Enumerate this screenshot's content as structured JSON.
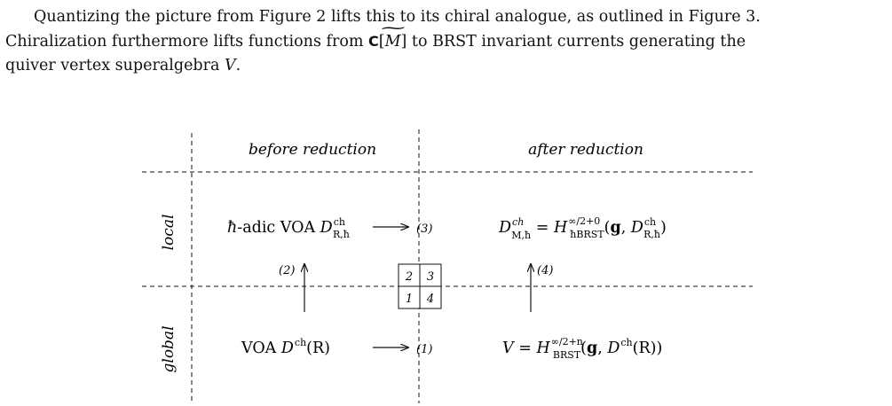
{
  "paragraph": {
    "line1": "Quantizing the picture from Figure 2 lifts this to its chiral analogue, as outlined in Figure 3.",
    "line2_a": "Chiralization furthermore lifts functions from ",
    "line2_C": "C",
    "line2_b": "[",
    "line2_M": "M",
    "line2_c": "] to BRST invariant currents generating the",
    "line3_a": "quiver vertex superalgebra ",
    "line3_V": "V",
    "line3_b": "."
  },
  "figure": {
    "col_before": "before reduction",
    "col_after": "after reduction",
    "row_local": "local",
    "row_global": "global",
    "cell_local_before": {
      "hbar": "ħ",
      "text": "-adic VOA ",
      "D": "D",
      "sub": "R,ħ",
      "sup": "ch"
    },
    "cell_local_after": {
      "D": "D",
      "D_sup": "ch",
      "D_sub": "M,ħ",
      "eq": " = ",
      "H": "H",
      "H_sup": "∞/2+0",
      "H_sub": "ħBRST",
      "paren_open": "(",
      "g": "g",
      "comma": ", ",
      "D2": "D",
      "D2_sup": "ch",
      "D2_sub": "R,ħ",
      "paren_close": ")"
    },
    "cell_global_before": {
      "text": "VOA ",
      "D": "D",
      "sup": "ch",
      "arg": "(R)"
    },
    "cell_global_after": {
      "V": "V",
      "eq": " = ",
      "H": "H",
      "H_sup": "∞/2+n",
      "H_sub": "BRST",
      "paren_open": "(",
      "g": "g",
      "comma": ", ",
      "D": "D",
      "D_sup": "ch",
      "arg": "(R))"
    },
    "arrow_labels": [
      "(1)",
      "(2)",
      "(3)",
      "(4)"
    ],
    "grid_labels": [
      "2",
      "3",
      "1",
      "4"
    ]
  }
}
